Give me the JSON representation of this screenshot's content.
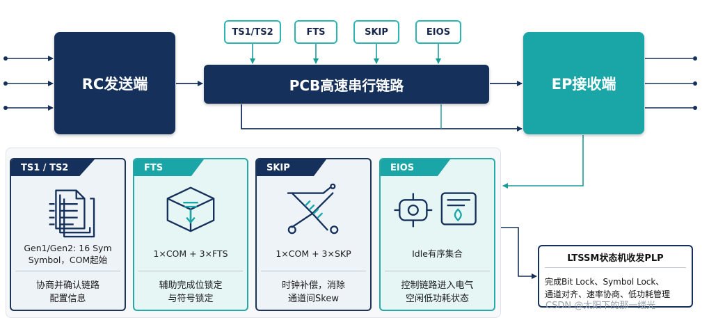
{
  "blocks": {
    "rc": "RC发送端",
    "pcb": "PCB高速串行链路",
    "ep": "EP接收端"
  },
  "top_tags": [
    "TS1/TS2",
    "FTS",
    "SKIP",
    "EIOS"
  ],
  "cards": [
    {
      "title": "TS1 / TS2",
      "mid": [
        "Gen1/Gen2: 16 Sym",
        "Symbol，COM起始"
      ],
      "bottom": [
        "协商并确认链路",
        "配置信息"
      ],
      "icon": "document-stack-icon"
    },
    {
      "title": "FTS",
      "mid": [
        "1×COM + 3×FTS"
      ],
      "bottom": [
        "辅助完成位锁定",
        "与符号锁定"
      ],
      "icon": "lock-cube-icon"
    },
    {
      "title": "SKIP",
      "mid": [
        "1×COM + 3×SKP"
      ],
      "bottom": [
        "时钟补偿，消除",
        "通道间Skew"
      ],
      "icon": "crossing-paths-icon"
    },
    {
      "title": "EIOS",
      "mid": [
        "Idle有序集合"
      ],
      "bottom": [
        "控制链路进入电气",
        "空闲低功耗状态"
      ],
      "icon": "power-gear-icon"
    }
  ],
  "ltssm": {
    "title": "LTSSM状态机收发PLP",
    "body": [
      "完成Bit Lock、Symbol Lock、",
      "通道对齐、速率协商、低功耗管理"
    ]
  },
  "watermark": "CSDN @太阳下的那一缕光",
  "colors": {
    "navy": "#15305a",
    "teal": "#1aa6a6",
    "teal_border": "#2bb5b0"
  }
}
